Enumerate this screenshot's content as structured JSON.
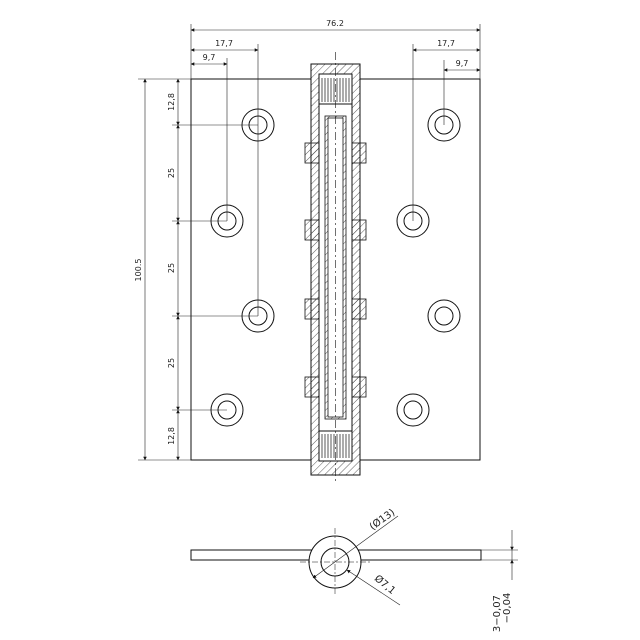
{
  "drawing": {
    "dimensions": {
      "overall_width": "76.2",
      "left_hole_offset_outer": "17,7",
      "left_hole_offset_inner": "9,7",
      "right_hole_offset_outer": "17,7",
      "right_hole_offset_inner": "9,7",
      "overall_height": "100.5",
      "top_edge_spacing": "12,8",
      "hole_spacing_1": "25",
      "hole_spacing_2": "25",
      "hole_spacing_3": "25",
      "bottom_edge_spacing": "12,8",
      "knuckle_diameter": "(Ø13)",
      "pin_diameter": "Ø7,1",
      "thickness": "3−0,07",
      "thickness_lower": "−0,04"
    }
  }
}
